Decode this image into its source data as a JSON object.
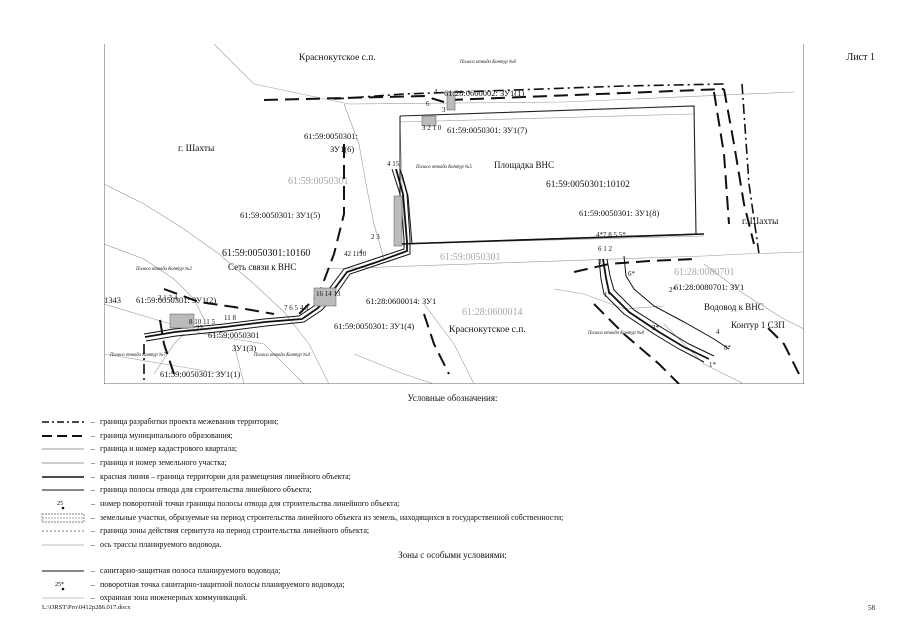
{
  "sheet_label": "Лист 1",
  "page_number": "58",
  "file_path": "L:\\ORST\\Pro\\0412p286.017.docx",
  "map": {
    "labels": {
      "krasnokutskoe_top": "Краснокутское с.п.",
      "krasnokutskoe_bottom": "Краснокутское с.п.",
      "shakhty_left": "г. Шахты",
      "shakhty_right": "г. Шахты",
      "ploshchadka": "Площадка ВНС",
      "zu_1_1_top": "61:28:0600002: ЗУ1(1)",
      "zu_1_7": "61:59:0050301: ЗУ1(7)",
      "zu_1_6_a": "61:59:0050301:",
      "zu_1_6_b": "ЗУ1(6)",
      "quarter_50301_a": "61:59:0050301",
      "parcel_10102": "61:59:0050301:10102",
      "zu_1_5": "61:59:0050301: ЗУ1(5)",
      "zu_1_8": "61:59:0050301: ЗУ1(8)",
      "parcel_10160": "61:59:0050301:10160",
      "set_svyazi": "Сеть связи к ВНС",
      "quarter_50301_b": "61:59:0050301",
      "zu_1_2": "61:59:0050301: ЗУ1(2)",
      "zu_600014": "61:28:0600014: ЗУ1",
      "quarter_600014": "61:28:0600014",
      "quarter_80701": "61:28:0080701",
      "zu_80701": "61:28:0080701: ЗУ1",
      "vodovod": "Водовод к ВНС",
      "kontur_szp": "Контур 1 СЗП",
      "zu_1_4": "61:59:0050301: ЗУ1(4)",
      "zu_1_3_a": "61:59:0050301",
      "zu_1_3_b": "ЗУ1(3)",
      "zu_1_1_bottom": "61:59:0050301: ЗУ1(1)",
      "num_1343": "1343",
      "polosa_6": "Полоса отвода Контур №6",
      "polosa_5": "Полоса отвода Контур №5",
      "polosa_2": "Полоса отвода Контур №2",
      "polosa_7": "Полоса отвода Контур №7",
      "polosa_4": "Полоса отвода Контур №4",
      "polosa_8": "Полоса отвода Контур №8"
    }
  },
  "legend": {
    "title": "Условные обозначения:",
    "items": [
      "границa разработки проекта межевания территории;",
      "граница муниципального образования;",
      "граница и номер кадастрового квартала;",
      "граница и номер земельного участка;",
      "красная линия – граница территории для размещения линейного объекта;",
      "граница полосы отвода для строительства линейного объекта;",
      "номер поворотной точки границы полосы отвода для строительства линейного объекта;",
      "земельные участки, образуемые на период строительства линейного объекта из земель, находящихся в государственной собственности;",
      "граница зоны действия сервитута на период строительства линейного объекта;",
      "ось трассы планируемого водовода."
    ],
    "point_sample": "25",
    "dash": "–"
  },
  "special": {
    "title": "Зоны с особыми условиями:",
    "items": [
      "санитарно-защитная полоса планируемого водовода;",
      "поворотная точка санитарно-защитной полосы планируемого водовода;",
      "охранная зона инженерных коммуникаций."
    ],
    "point_sample": "25*"
  }
}
